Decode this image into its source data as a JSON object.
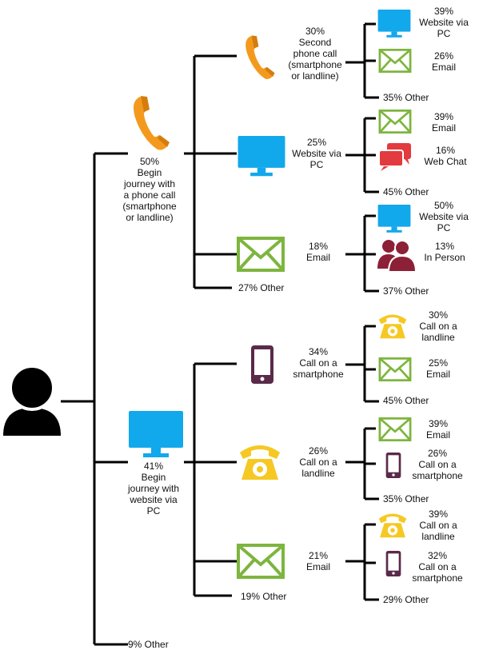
{
  "colors": {
    "line": "#000000",
    "phone_orange": "#f39a1e",
    "pc_blue": "#12a8ec",
    "email_green": "#7db53e",
    "chat_red": "#e23a3f",
    "person_maroon": "#8c2036",
    "smartphone_purple": "#5a2a4a",
    "landline_yellow": "#f6c823",
    "user_black": "#000000"
  },
  "icons": {
    "root": "person-icon",
    "phone": "handset-icon",
    "pc": "monitor-icon",
    "email": "envelope-icon",
    "chat": "chat-bubbles-icon",
    "in_person": "people-icon",
    "smartphone": "smartphone-icon",
    "landline": "landline-icon"
  },
  "branch_phone": {
    "lines": [
      "50%",
      "Begin",
      "journey with",
      "a phone call",
      "(smartphone",
      "or landline)"
    ],
    "second_phone": {
      "lines": [
        "30%",
        "Second",
        "phone call",
        "(smartphone",
        "or landline)"
      ],
      "pc": [
        "39%",
        "Website via",
        "PC"
      ],
      "email": [
        "26%",
        "Email"
      ],
      "other": "35% Other"
    },
    "website": {
      "lines": [
        "25%",
        "Website via",
        "PC"
      ],
      "email": [
        "39%",
        "Email"
      ],
      "webchat": [
        "16%",
        "Web Chat"
      ],
      "other": "45% Other"
    },
    "email": {
      "lines": [
        "18%",
        "Email"
      ],
      "pc": [
        "50%",
        "Website via",
        "PC"
      ],
      "in_person": [
        "13%",
        "In Person"
      ],
      "other": "37% Other"
    },
    "other": "27% Other"
  },
  "branch_pc": {
    "lines": [
      "41%",
      "Begin",
      "journey with",
      "website via",
      "PC"
    ],
    "smartphone": {
      "lines": [
        "34%",
        "Call on a",
        "smartphone"
      ],
      "landline": [
        "30%",
        "Call on a",
        "landline"
      ],
      "email": [
        "25%",
        "Email"
      ],
      "other": "45% Other"
    },
    "landline": {
      "lines": [
        "26%",
        "Call on a",
        "landline"
      ],
      "email": [
        "39%",
        "Email"
      ],
      "smartphone": [
        "26%",
        "Call on a",
        "smartphone"
      ],
      "other": "35% Other"
    },
    "email": {
      "lines": [
        "21%",
        "Email"
      ],
      "landline": [
        "39%",
        "Call on a",
        "landline"
      ],
      "smartphone": [
        "32%",
        "Call on a",
        "smartphone"
      ],
      "other": "29% Other"
    },
    "other": "19% Other"
  },
  "root_other": "9% Other"
}
